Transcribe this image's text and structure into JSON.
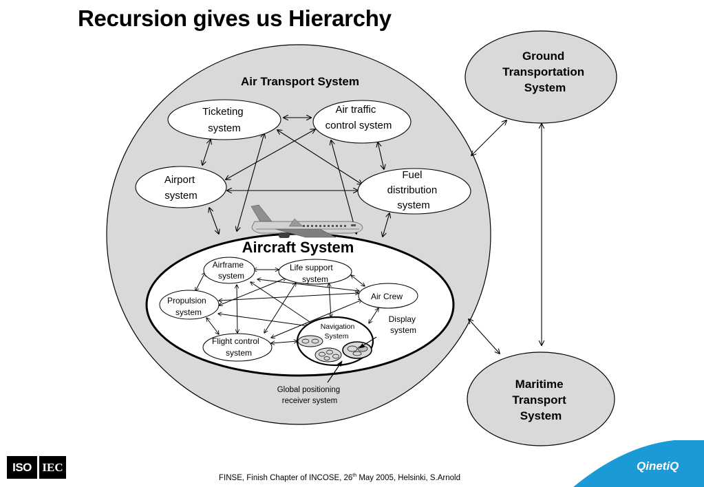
{
  "title": "Recursion gives us Hierarchy",
  "nodes": {
    "air_transport": "Air Transport System",
    "ground": [
      "Ground",
      "Transportation",
      "System"
    ],
    "maritime": [
      "Maritime",
      "Transport",
      "System"
    ],
    "ticketing": [
      "Ticketing",
      "system"
    ],
    "air_traffic": [
      "Air traffic",
      "control system"
    ],
    "airport": [
      "Airport",
      "system"
    ],
    "fuel": [
      "Fuel",
      "distribution",
      "system"
    ],
    "aircraft": "Aircraft System",
    "airframe": [
      "Airframe",
      "system"
    ],
    "life_support": [
      "Life support",
      "system"
    ],
    "air_crew": "Air Crew",
    "propulsion": [
      "Propulsion",
      "system"
    ],
    "navigation": [
      "Navigation",
      "System"
    ],
    "flight_control": [
      "Flight control",
      "system"
    ],
    "display": [
      "Display",
      "system"
    ],
    "gps": [
      "Global positioning",
      "receiver system"
    ]
  },
  "footer": {
    "text_before": "FINSE, Finish Chapter of INCOSE, 26",
    "superscript": "th",
    "text_after": " May 2005, Helsinki,  S.Arnold"
  },
  "logos": {
    "iso": "ISO",
    "iec": "IEC",
    "brand": "QinetiQ"
  },
  "colors": {
    "ellipse_fill": "#d9d9d9",
    "white": "#ffffff",
    "brand_blue": "#1a9ad6"
  }
}
